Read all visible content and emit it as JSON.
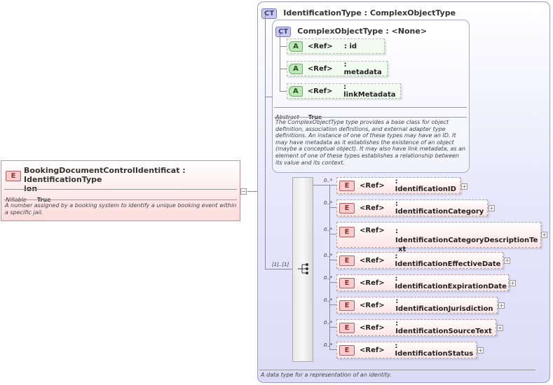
{
  "root_element": {
    "badge": "E",
    "name": "BookingDocumentControlIdentificat : IdentificationType",
    "name_wrap": "ion",
    "nillable_label": "Nillable",
    "nillable_value": "True",
    "description": "A number assigned by a booking system to identify a unique booking event within a specific jail."
  },
  "identification_type": {
    "badge": "CT",
    "title": "IdentificationType : ComplexObjectType",
    "description": "A data type for a representation of an identity.",
    "cardinality": "[1]..[1]"
  },
  "complex_object_type": {
    "badge": "CT",
    "title": "ComplexObjectType : <None>",
    "attributes": [
      {
        "badge": "A",
        "ref": "<Ref>",
        "name": ": id"
      },
      {
        "badge": "A",
        "ref": "<Ref>",
        "name": ": metadata"
      },
      {
        "badge": "A",
        "ref": "<Ref>",
        "name": ": linkMetadata"
      }
    ],
    "abstract_label": "Abstract",
    "abstract_value": "True",
    "description": "The ComplexObjectType type provides a base class for object definition, association definitions, and external adapter type definitions. An instance of one of these types may have an ID. It may have metadata as it establishes the existence of an object (maybe a conceptual object). It may also have link metadata, as an element of one of these types establishes a relationship between its value and its context."
  },
  "sequence_elements": [
    {
      "card": "0..*",
      "badge": "E",
      "ref": "<Ref>",
      "name": ": IdentificationID",
      "name2": ""
    },
    {
      "card": "0..*",
      "badge": "E",
      "ref": "<Ref>",
      "name": ": IdentificationCategory",
      "name2": ""
    },
    {
      "card": "0..*",
      "badge": "E",
      "ref": "<Ref>",
      "name": ": IdentificationCategoryDescriptionTe",
      "name2": "xt"
    },
    {
      "card": "0..*",
      "badge": "E",
      "ref": "<Ref>",
      "name": ": IdentificationEffectiveDate",
      "name2": ""
    },
    {
      "card": "0..*",
      "badge": "E",
      "ref": "<Ref>",
      "name": ": IdentificationExpirationDate",
      "name2": ""
    },
    {
      "card": "0..*",
      "badge": "E",
      "ref": "<Ref>",
      "name": ": IdentificationJurisdiction",
      "name2": ""
    },
    {
      "card": "0..*",
      "badge": "E",
      "ref": "<Ref>",
      "name": ": IdentificationSourceText",
      "name2": ""
    },
    {
      "card": "0..*",
      "badge": "E",
      "ref": "<Ref>",
      "name": ": IdentificationStatus",
      "name2": ""
    }
  ],
  "expander": "+",
  "collapser": "−"
}
